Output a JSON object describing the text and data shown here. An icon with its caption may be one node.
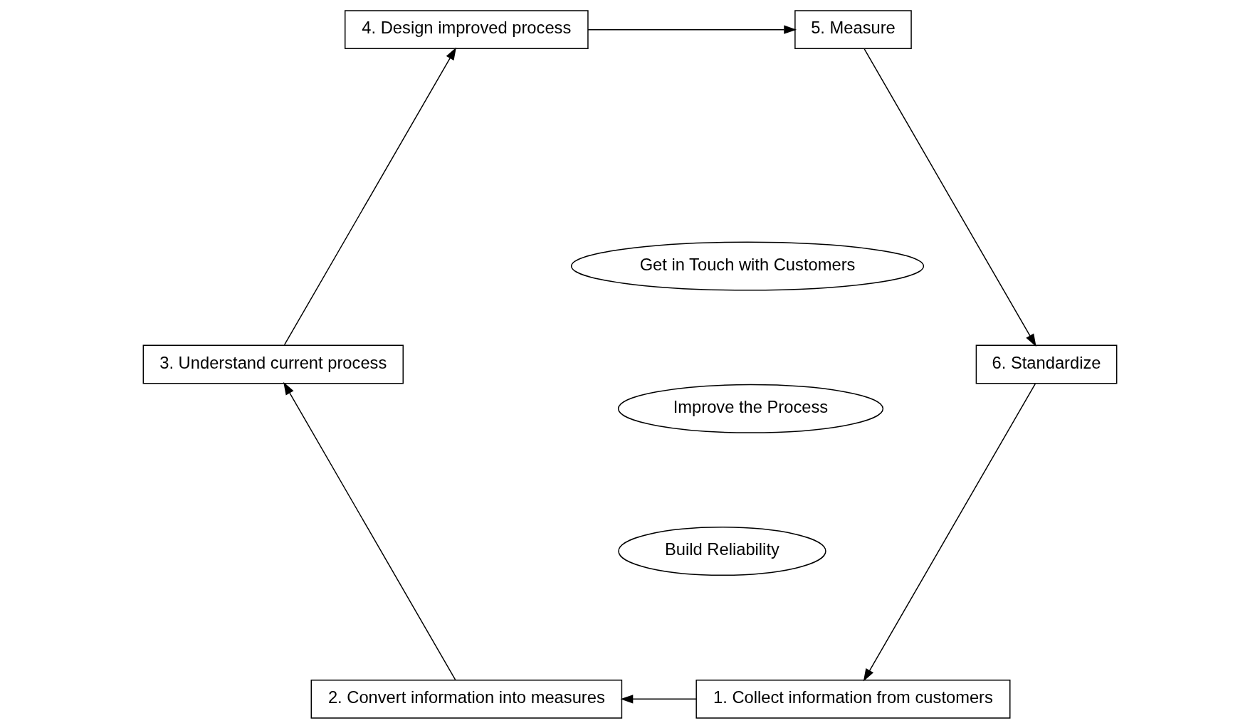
{
  "diagram": {
    "nodes": [
      {
        "text": [
          "Get in Touch with Customers"
        ]
      },
      {
        "text": [
          "Build Reliability"
        ]
      },
      {
        "text": [
          "Improve the Process"
        ]
      },
      {
        "text": [
          "1. Collect information from customers"
        ]
      },
      {
        "text": [
          "2. Convert information into measures"
        ]
      },
      {
        "text": [
          "3. Understand current process"
        ]
      },
      {
        "text": [
          "4. Design improved process"
        ]
      },
      {
        "text": [
          "5. Measure"
        ]
      },
      {
        "text": [
          "6. Standardize"
        ]
      }
    ],
    "edges": [
      {
        "from": 3,
        "to": 4,
        "arrow": "to"
      },
      {
        "from": 4,
        "to": 5,
        "arrow": "to"
      },
      {
        "from": 5,
        "to": 6,
        "arrow": "to"
      },
      {
        "from": 6,
        "to": 7,
        "arrow": "to"
      },
      {
        "from": 7,
        "to": 8,
        "arrow": "to"
      },
      {
        "from": 8,
        "to": 3,
        "arrow": "to"
      }
    ]
  }
}
